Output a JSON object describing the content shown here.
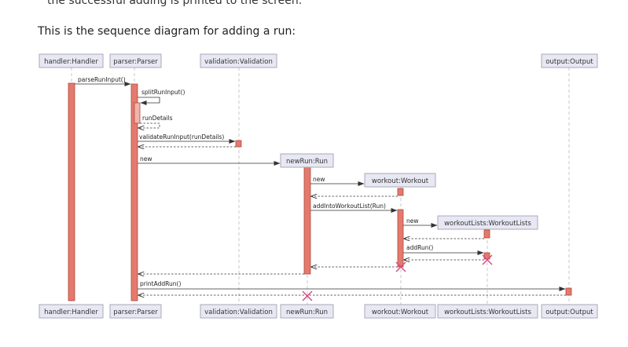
{
  "text": {
    "top_cut": "the successful adding is printed to the screen.",
    "intro": "This is the sequence diagram for adding a run:"
  },
  "participants": [
    {
      "id": "handler",
      "label": "handler:Handler"
    },
    {
      "id": "parser",
      "label": "parser:Parser"
    },
    {
      "id": "validation",
      "label": "validation:Validation"
    },
    {
      "id": "newrun",
      "label": "newRun:Run"
    },
    {
      "id": "workout",
      "label": "workout:Workout"
    },
    {
      "id": "workoutlists",
      "label": "workoutLists:WorkoutLists"
    },
    {
      "id": "output",
      "label": "output:Output"
    }
  ],
  "messages": {
    "parse_run_input": "parseRunInput()",
    "split_run_input": "splitRunInput()",
    "run_details": "runDetails",
    "validate_run_input": "validateRunInput(runDetails)",
    "new_run": "new",
    "new_workout": "new",
    "add_into_workout_list": "addIntoWorkoutList(Run)",
    "new_workout_lists": "new",
    "add_run": "addRun()",
    "print_add_run": "printAddRun()"
  },
  "colors": {
    "activation": "#e47a6d",
    "participant_fill": "#e8e8f4",
    "destroy_mark": "#d14b82"
  }
}
